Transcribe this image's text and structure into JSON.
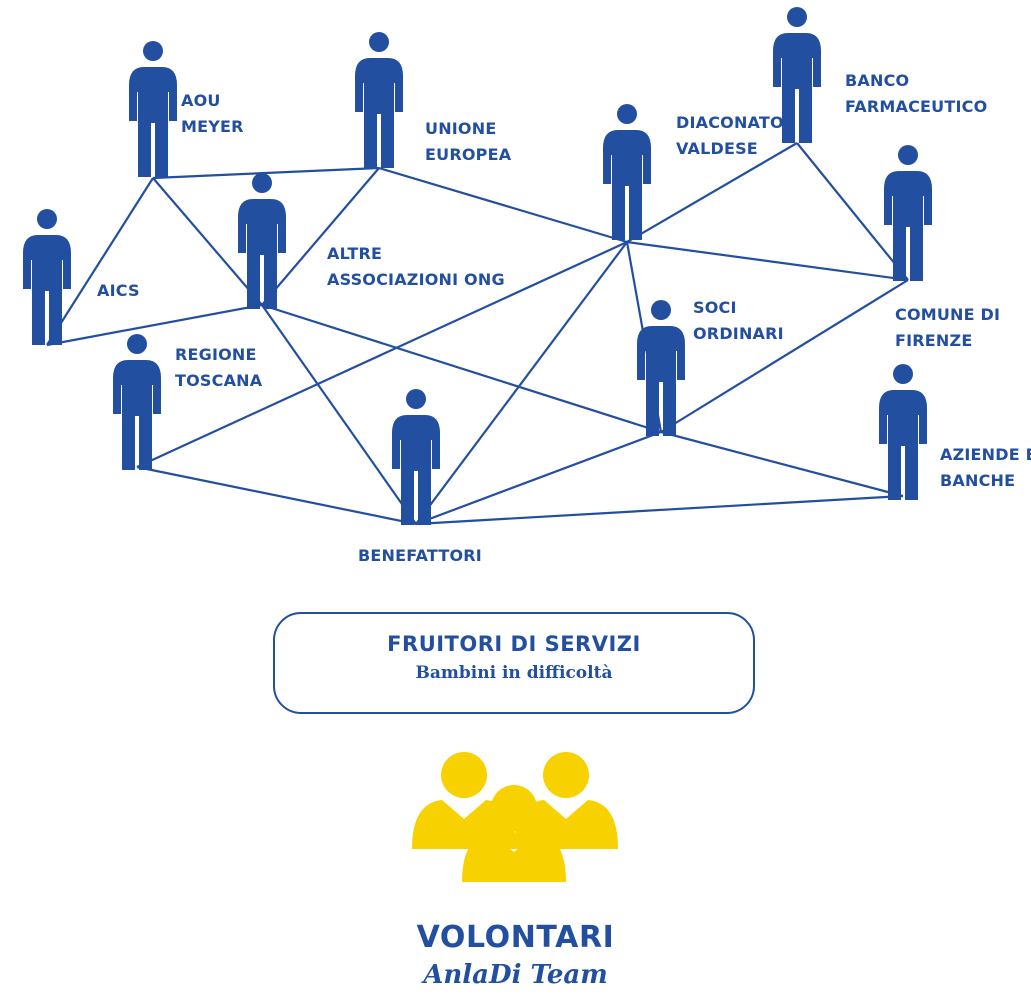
{
  "colors": {
    "primary": "#234fa1",
    "highlight": "#f7d100",
    "background": "#ffffff"
  },
  "icons": {
    "person": "person-icon",
    "group": "volunteer-group-icon"
  },
  "network": {
    "nodes": [
      {
        "id": "aou-meyer",
        "label_lines": [
          "AOU",
          "MEYER"
        ]
      },
      {
        "id": "unione-europea",
        "label_lines": [
          "UNIONE",
          "EUROPEA"
        ]
      },
      {
        "id": "diaconato-valdese",
        "label_lines": [
          "DIACONATO",
          "VALDESE"
        ]
      },
      {
        "id": "banco-farmaceutico",
        "label_lines": [
          "BANCO",
          "FARMACEUTICO"
        ]
      },
      {
        "id": "aics",
        "label_lines": [
          "AICS"
        ]
      },
      {
        "id": "altre-associazioni-ong",
        "label_lines": [
          "ALTRE",
          "ASSOCIAZIONI ONG"
        ]
      },
      {
        "id": "comune-di-firenze",
        "label_lines": [
          "COMUNE DI",
          "FIRENZE"
        ]
      },
      {
        "id": "regione-toscana",
        "label_lines": [
          "REGIONE",
          "TOSCANA"
        ]
      },
      {
        "id": "soci-ordinari",
        "label_lines": [
          "SOCI",
          "ORDINARI"
        ]
      },
      {
        "id": "aziende-e-banche",
        "label_lines": [
          "AZIENDE E",
          "BANCHE"
        ]
      },
      {
        "id": "benefattori",
        "label_lines": [
          "BENEFATTORI"
        ]
      }
    ],
    "edges": [
      [
        "aou-meyer",
        "unione-europea"
      ],
      [
        "aou-meyer",
        "aics"
      ],
      [
        "aou-meyer",
        "altre-associazioni-ong"
      ],
      [
        "unione-europea",
        "altre-associazioni-ong"
      ],
      [
        "unione-europea",
        "diaconato-valdese"
      ],
      [
        "aics",
        "altre-associazioni-ong"
      ],
      [
        "altre-associazioni-ong",
        "benefattori"
      ],
      [
        "altre-associazioni-ong",
        "soci-ordinari"
      ],
      [
        "diaconato-valdese",
        "banco-farmaceutico"
      ],
      [
        "diaconato-valdese",
        "comune-di-firenze"
      ],
      [
        "diaconato-valdese",
        "regione-toscana"
      ],
      [
        "diaconato-valdese",
        "benefattori"
      ],
      [
        "diaconato-valdese",
        "soci-ordinari"
      ],
      [
        "banco-farmaceutico",
        "comune-di-firenze"
      ],
      [
        "regione-toscana",
        "benefattori"
      ],
      [
        "benefattori",
        "soci-ordinari"
      ],
      [
        "benefattori",
        "aziende-e-banche"
      ],
      [
        "soci-ordinari",
        "comune-di-firenze"
      ],
      [
        "soci-ordinari",
        "aziende-e-banche"
      ]
    ]
  },
  "services": {
    "title": "FRUITORI DI SERVIZI",
    "subtitle": "Bambini in difficoltà"
  },
  "volunteers": {
    "title": "VOLONTARI",
    "subtitle": "AnlaDi Team"
  }
}
